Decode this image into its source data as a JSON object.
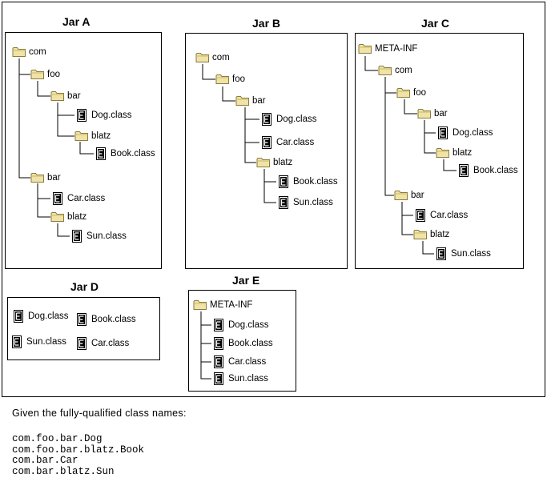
{
  "jars": {
    "A": {
      "title": "Jar A",
      "nodes": [
        "com",
        "foo",
        "bar",
        "Dog.class",
        "blatz",
        "Book.class",
        "bar",
        "Car.class",
        "blatz",
        "Sun.class"
      ]
    },
    "B": {
      "title": "Jar B",
      "nodes": [
        "com",
        "foo",
        "bar",
        "Dog.class",
        "Car.class",
        "blatz",
        "Book.class",
        "Sun.class"
      ]
    },
    "C": {
      "title": "Jar C",
      "nodes": [
        "META-INF",
        "com",
        "foo",
        "bar",
        "Dog.class",
        "blatz",
        "Book.class",
        "bar",
        "Car.class",
        "blatz",
        "Sun.class"
      ]
    },
    "D": {
      "title": "Jar D",
      "nodes": [
        "Dog.class",
        "Book.class",
        "Sun.class",
        "Car.class"
      ]
    },
    "E": {
      "title": "Jar E",
      "nodes": [
        "META-INF",
        "Dog.class",
        "Book.class",
        "Car.class",
        "Sun.class"
      ]
    }
  },
  "icons": {
    "folder": "folder-icon",
    "class_file": "class-file-icon"
  },
  "colors": {
    "folder_fill": "#EFE3A8",
    "folder_stroke": "#8A7B3C",
    "line": "#000000"
  },
  "question": {
    "intro": "Given the fully-qualified class names:",
    "classes": [
      "com.foo.bar.Dog",
      "com.foo.bar.blatz.Book",
      "com.bar.Car",
      "com.bar.blatz.Sun"
    ]
  }
}
